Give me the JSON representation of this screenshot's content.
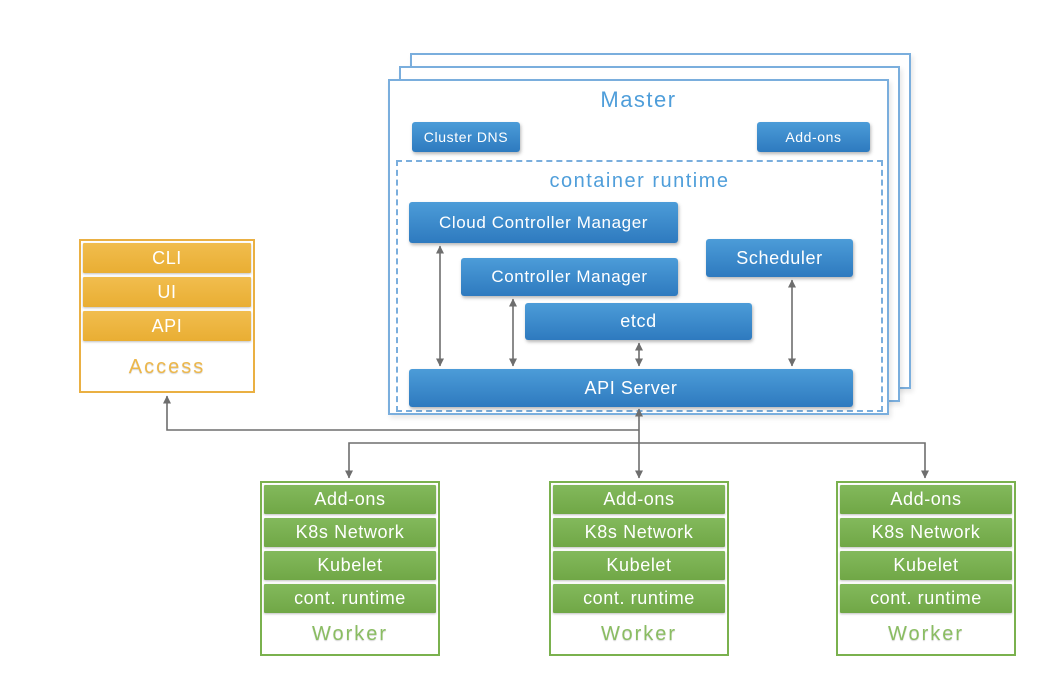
{
  "master": {
    "title": "Master",
    "badges": {
      "cluster_dns": "Cluster DNS",
      "addons": "Add-ons"
    },
    "container_runtime": {
      "title": "container runtime",
      "components": {
        "cloud_controller_manager": "Cloud Controller Manager",
        "controller_manager": "Controller Manager",
        "scheduler": "Scheduler",
        "etcd": "etcd",
        "api_server": "API Server"
      }
    }
  },
  "access_stack": {
    "layers": [
      "CLI",
      "UI",
      "API"
    ],
    "base_label": "Access"
  },
  "workers": [
    {
      "layers": [
        "Add-ons",
        "K8s Network",
        "Kubelet",
        "cont. runtime"
      ],
      "base_label": "Worker"
    },
    {
      "layers": [
        "Add-ons",
        "K8s Network",
        "Kubelet",
        "cont. runtime"
      ],
      "base_label": "Worker"
    },
    {
      "layers": [
        "Add-ons",
        "K8s Network",
        "Kubelet",
        "cont. runtime"
      ],
      "base_label": "Worker"
    }
  ],
  "colors": {
    "component_blue_top": "#4c9cd8",
    "component_blue_bottom": "#2e7abf",
    "master_outline_blue": "#7aaedd",
    "master_title_blue": "#4f9eda",
    "access_orange": "#eab043",
    "worker_green": "#7ab14e",
    "arrow_gray": "#6e6e6e"
  }
}
